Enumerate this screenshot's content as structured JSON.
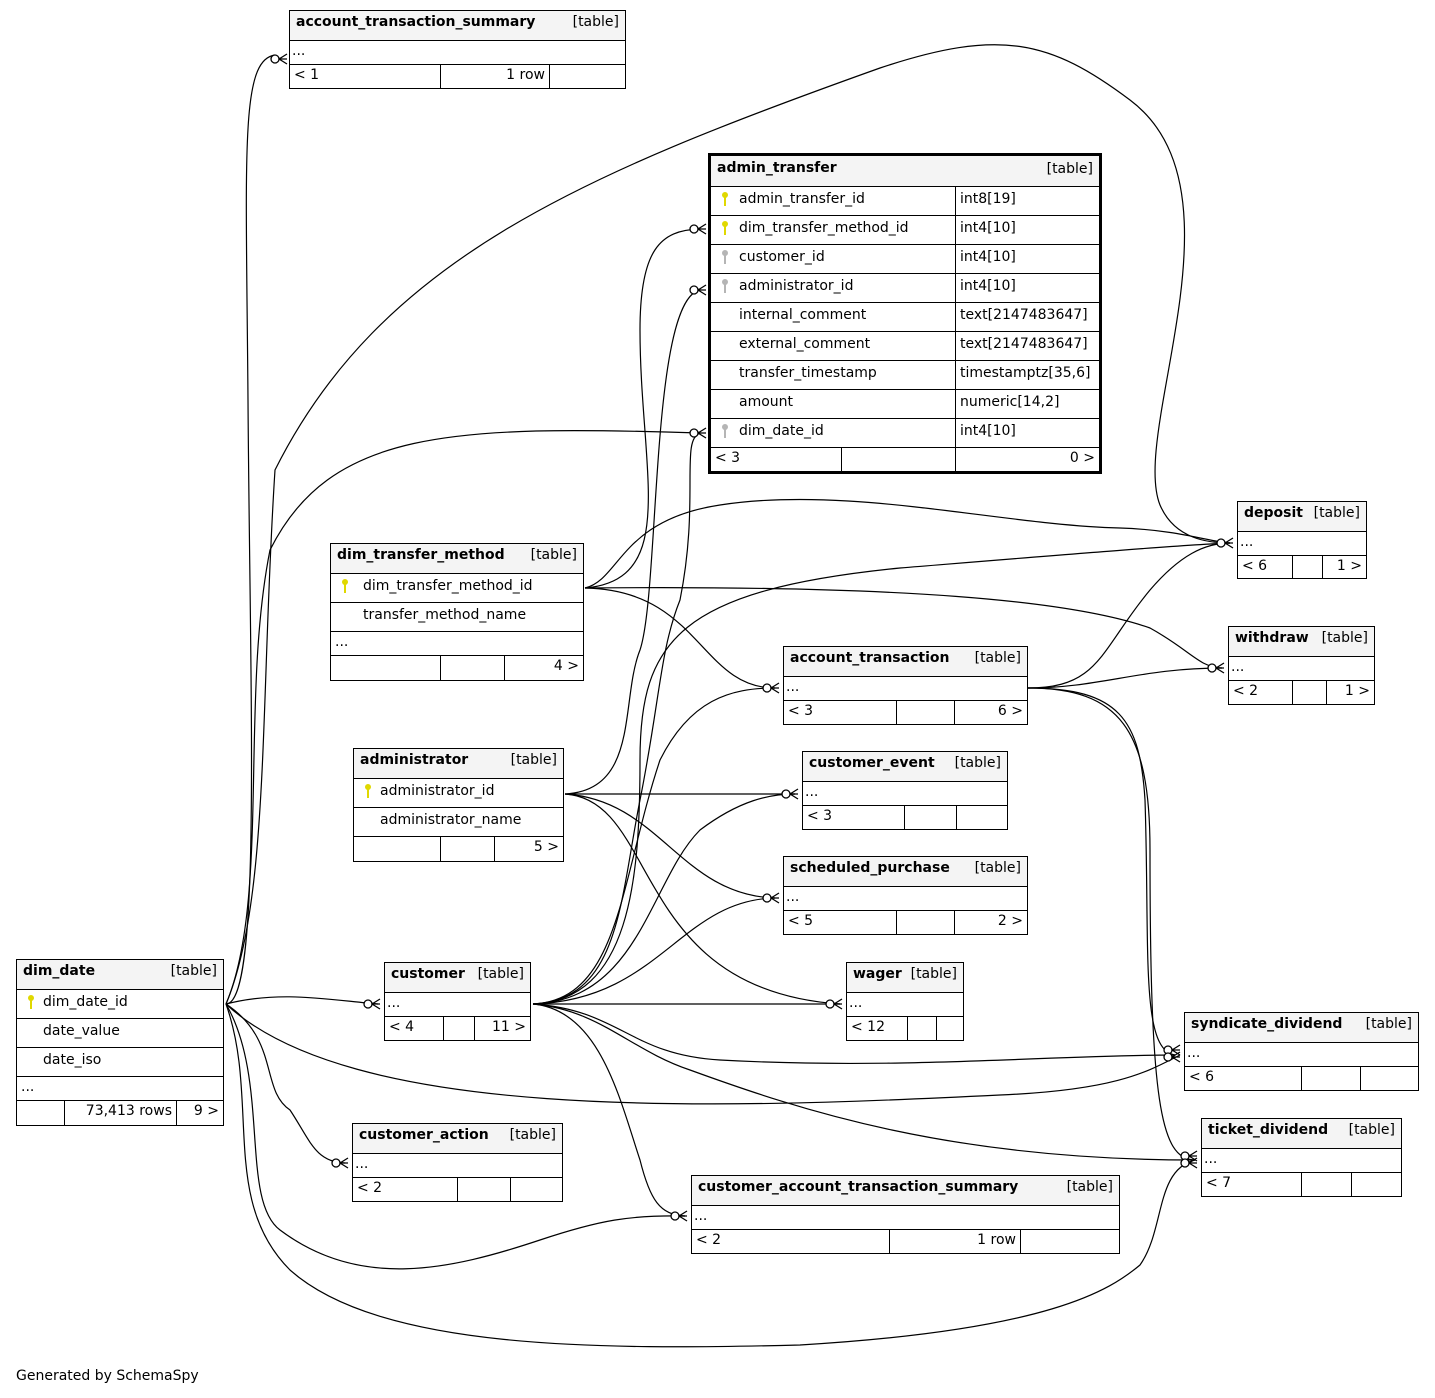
{
  "footer": "Generated by SchemaSpy",
  "tables": {
    "account_transaction_summary": {
      "name": "account_transaction_summary",
      "type": "[table]",
      "ellipsis": "...",
      "stats": [
        "< 1",
        "1 row",
        ""
      ]
    },
    "admin_transfer": {
      "name": "admin_transfer",
      "type": "[table]",
      "columns": [
        {
          "name": "admin_transfer_id",
          "dtype": "int8[19]",
          "key": "pk"
        },
        {
          "name": "dim_transfer_method_id",
          "dtype": "int4[10]",
          "key": "pk"
        },
        {
          "name": "customer_id",
          "dtype": "int4[10]",
          "key": "fk"
        },
        {
          "name": "administrator_id",
          "dtype": "int4[10]",
          "key": "fk"
        },
        {
          "name": "internal_comment",
          "dtype": "text[2147483647]",
          "key": ""
        },
        {
          "name": "external_comment",
          "dtype": "text[2147483647]",
          "key": ""
        },
        {
          "name": "transfer_timestamp",
          "dtype": "timestamptz[35,6]",
          "key": ""
        },
        {
          "name": "amount",
          "dtype": "numeric[14,2]",
          "key": ""
        },
        {
          "name": "dim_date_id",
          "dtype": "int4[10]",
          "key": "fk"
        }
      ],
      "stats": [
        "< 3",
        "",
        "0 >"
      ]
    },
    "deposit": {
      "name": "deposit",
      "type": "[table]",
      "ellipsis": "...",
      "stats": [
        "< 6",
        "",
        "1 >"
      ]
    },
    "withdraw": {
      "name": "withdraw",
      "type": "[table]",
      "ellipsis": "...",
      "stats": [
        "< 2",
        "",
        "1 >"
      ]
    },
    "dim_transfer_method": {
      "name": "dim_transfer_method",
      "type": "[table]",
      "columns": [
        {
          "name": "dim_transfer_method_id",
          "key": "pk"
        },
        {
          "name": "transfer_method_name",
          "key": ""
        }
      ],
      "ellipsis": "...",
      "stats": [
        "",
        "",
        "4 >"
      ]
    },
    "account_transaction": {
      "name": "account_transaction",
      "type": "[table]",
      "ellipsis": "...",
      "stats": [
        "< 3",
        "",
        "6 >"
      ]
    },
    "administrator": {
      "name": "administrator",
      "type": "[table]",
      "columns": [
        {
          "name": "administrator_id",
          "key": "pk"
        },
        {
          "name": "administrator_name",
          "key": ""
        }
      ],
      "stats": [
        "",
        "",
        "5 >"
      ]
    },
    "customer_event": {
      "name": "customer_event",
      "type": "[table]",
      "ellipsis": "...",
      "stats": [
        "< 3",
        "",
        ""
      ]
    },
    "scheduled_purchase": {
      "name": "scheduled_purchase",
      "type": "[table]",
      "ellipsis": "...",
      "stats": [
        "< 5",
        "",
        "2 >"
      ]
    },
    "dim_date": {
      "name": "dim_date",
      "type": "[table]",
      "columns": [
        {
          "name": "dim_date_id",
          "key": "pk"
        },
        {
          "name": "date_value",
          "key": ""
        },
        {
          "name": "date_iso",
          "key": ""
        }
      ],
      "ellipsis": "...",
      "stats": [
        "",
        "73,413 rows",
        "9 >"
      ]
    },
    "customer": {
      "name": "customer",
      "type": "[table]",
      "ellipsis": "...",
      "stats": [
        "< 4",
        "",
        "11 >"
      ]
    },
    "wager": {
      "name": "wager",
      "type": "[table]",
      "ellipsis": "...",
      "stats": [
        "< 12",
        "",
        ""
      ]
    },
    "syndicate_dividend": {
      "name": "syndicate_dividend",
      "type": "[table]",
      "ellipsis": "...",
      "stats": [
        "< 6",
        "",
        ""
      ]
    },
    "ticket_dividend": {
      "name": "ticket_dividend",
      "type": "[table]",
      "ellipsis": "...",
      "stats": [
        "< 7",
        "",
        ""
      ]
    },
    "customer_action": {
      "name": "customer_action",
      "type": "[table]",
      "ellipsis": "...",
      "stats": [
        "< 2",
        "",
        ""
      ]
    },
    "customer_account_transaction_summary": {
      "name": "customer_account_transaction_summary",
      "type": "[table]",
      "ellipsis": "...",
      "stats": [
        "< 2",
        "1 row",
        ""
      ]
    }
  },
  "relationships": [
    {
      "from": "dim_date",
      "to": "account_transaction_summary"
    },
    {
      "from": "dim_date",
      "to": "deposit"
    },
    {
      "from": "dim_date",
      "to": "admin_transfer"
    },
    {
      "from": "dim_date",
      "to": "customer"
    },
    {
      "from": "dim_date",
      "to": "customer_action"
    },
    {
      "from": "dim_date",
      "to": "customer_account_transaction_summary"
    },
    {
      "from": "dim_date",
      "to": "syndicate_dividend"
    },
    {
      "from": "dim_date",
      "to": "ticket_dividend"
    },
    {
      "from": "dim_transfer_method",
      "to": "admin_transfer"
    },
    {
      "from": "dim_transfer_method",
      "to": "deposit"
    },
    {
      "from": "dim_transfer_method",
      "to": "withdraw"
    },
    {
      "from": "dim_transfer_method",
      "to": "account_transaction"
    },
    {
      "from": "administrator",
      "to": "admin_transfer"
    },
    {
      "from": "administrator",
      "to": "customer_event"
    },
    {
      "from": "administrator",
      "to": "scheduled_purchase"
    },
    {
      "from": "administrator",
      "to": "wager"
    },
    {
      "from": "customer",
      "to": "admin_transfer"
    },
    {
      "from": "customer",
      "to": "deposit"
    },
    {
      "from": "customer",
      "to": "account_transaction"
    },
    {
      "from": "customer",
      "to": "customer_event"
    },
    {
      "from": "customer",
      "to": "scheduled_purchase"
    },
    {
      "from": "customer",
      "to": "wager"
    },
    {
      "from": "customer",
      "to": "syndicate_dividend"
    },
    {
      "from": "customer",
      "to": "ticket_dividend"
    },
    {
      "from": "customer",
      "to": "customer_account_transaction_summary"
    },
    {
      "from": "account_transaction",
      "to": "deposit"
    },
    {
      "from": "account_transaction",
      "to": "withdraw"
    },
    {
      "from": "account_transaction",
      "to": "syndicate_dividend"
    },
    {
      "from": "account_transaction",
      "to": "ticket_dividend"
    }
  ]
}
